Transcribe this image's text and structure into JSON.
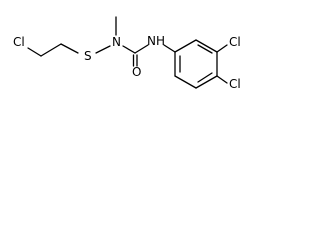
{
  "molecule": {
    "atoms": {
      "cl_left": "Cl",
      "sulfur": "S",
      "nitrogen_methyl": "N",
      "nitrogen_h": "NH",
      "oxygen": "O",
      "cl_ring_top": "Cl",
      "cl_ring_bottom": "Cl"
    }
  }
}
